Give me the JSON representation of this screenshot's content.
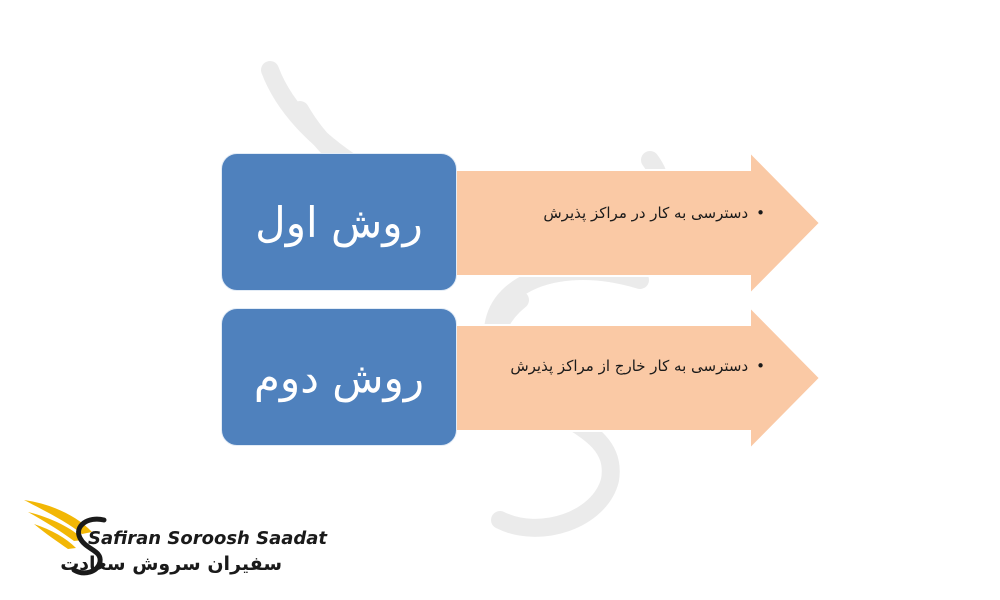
{
  "colors": {
    "box_fill": "#4f81bd",
    "arrow_fill": "#fac9a5",
    "logo_gold": "#f2b705",
    "text_dark": "#1a1a1a"
  },
  "rows": [
    {
      "label": "روش اول",
      "bullet": "دسترسی به کار در مراکز پذیرش"
    },
    {
      "label": "روش دوم",
      "bullet": "دسترسی به کار خارج از مراکز پذیرش"
    }
  ],
  "logo": {
    "name_en": "Safiran Soroosh Saadat",
    "name_fa": "سفیران سروش سعادت",
    "icon": "winged-s-logo-icon"
  },
  "watermark": {
    "icon": "winged-s-watermark-icon"
  }
}
